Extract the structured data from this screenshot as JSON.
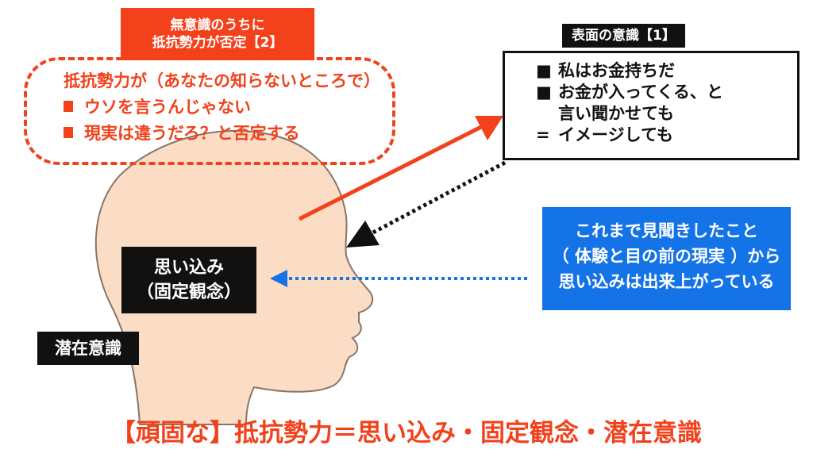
{
  "red_callout": {
    "label_line1": "無意識のうちに",
    "label_line2": "抵抗勢力が否定【2】",
    "intro": "抵抗勢力が（あなたの知らないところで）",
    "items": [
      "ウソを言うんじゃない",
      "現実は違うだろ？と否定する"
    ]
  },
  "surface": {
    "label": "表面の意識【1】",
    "line1": "私はお金持ちだ",
    "line2a": "お金が入ってくる、と",
    "line2b": "言い聞かせても",
    "line3": "イメージしても",
    "bullet_symbol": "■",
    "equals_symbol": "="
  },
  "blue_callout": {
    "line1": "これまで見聞きしたこと",
    "line2": "（ 体験と目の前の現実 ）から",
    "line3": "思い込みは出来上がっている"
  },
  "head": {
    "mind_line1": "思い込み",
    "mind_line2": "（固定観念）",
    "subconscious": "潜在意識"
  },
  "bottom_text": "【頑固な】抵抗勢力＝思い込み・固定観念・潜在意識",
  "colors": {
    "red": "#f2411b",
    "blue": "#1473e6",
    "black": "#111111",
    "skin": "#fbdcc4"
  }
}
